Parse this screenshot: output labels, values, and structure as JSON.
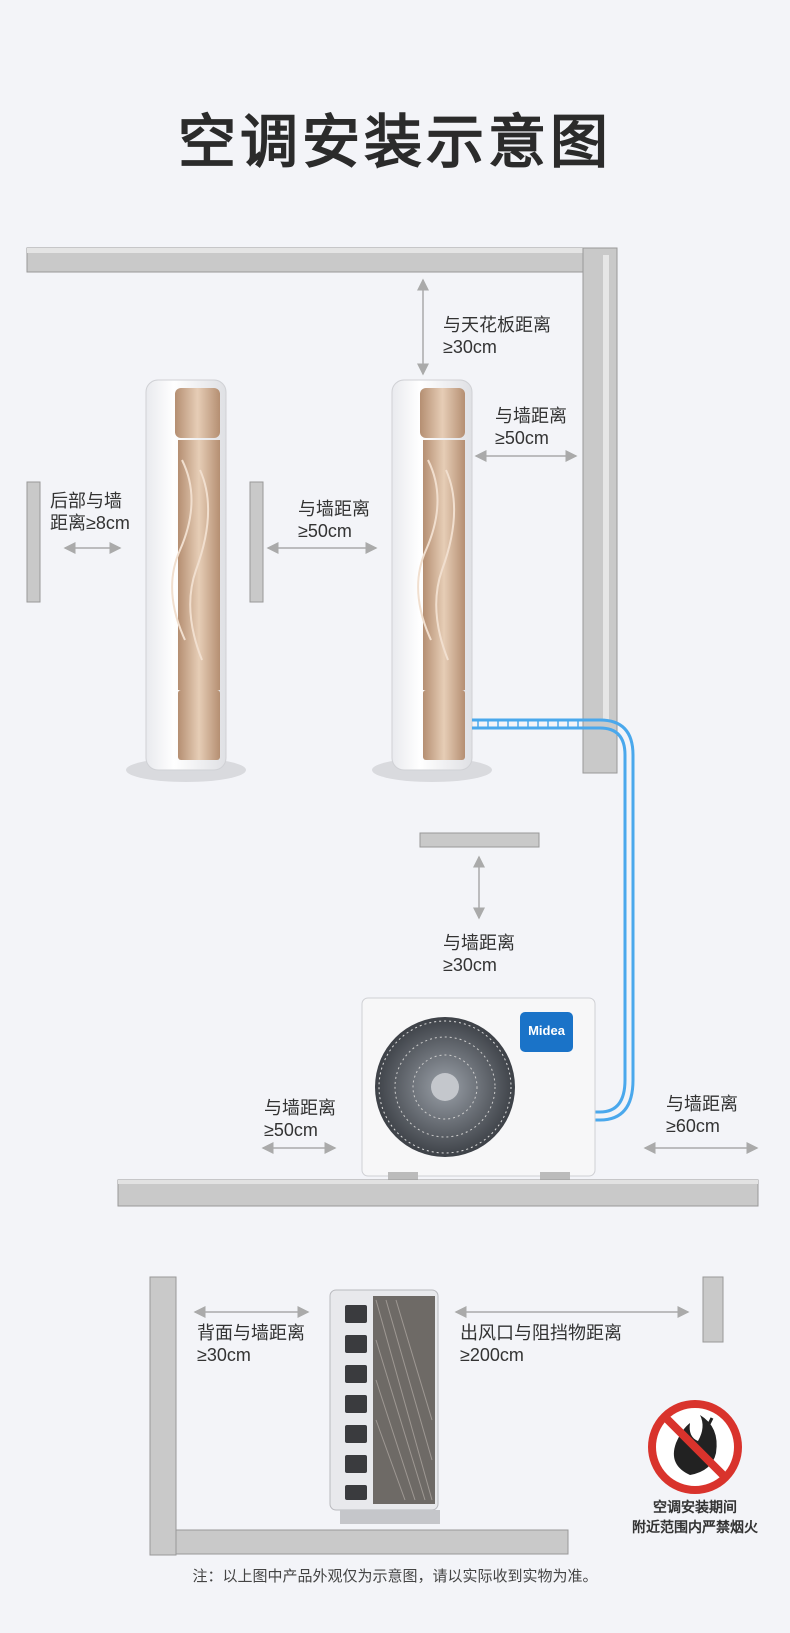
{
  "title": "空调安装示意图",
  "labels": {
    "back_wall_1": "后部与墙",
    "back_wall_2": "距离≥8cm",
    "side_wall_a1": "与墙距离",
    "side_wall_a2": "≥50cm",
    "ceiling_1": "与天花板距离",
    "ceiling_2": "≥30cm",
    "side_wall_b1": "与墙距离",
    "side_wall_b2": "≥50cm",
    "outdoor_top_1": "与墙距离",
    "outdoor_top_2": "≥30cm",
    "outdoor_left_1": "与墙距离",
    "outdoor_left_2": "≥50cm",
    "outdoor_right_1": "与墙距离",
    "outdoor_right_2": "≥60cm",
    "rear_1": "背面与墙距离",
    "rear_2": "≥30cm",
    "outlet_1": "出风口与阻挡物距离",
    "outlet_2": "≥200cm"
  },
  "brand": "Midea",
  "warning": {
    "line1": "空调安装期间",
    "line2": "附近范围内严禁烟火"
  },
  "note": "注：以上图中产品外观仅为示意图，请以实际收到实物为准。",
  "colors": {
    "wall": "#c9c9c9",
    "pipe": "#4aa8ec",
    "gold": "#c9a78a",
    "brand_blue": "#1a73c8",
    "warning_red": "#d9332c"
  }
}
